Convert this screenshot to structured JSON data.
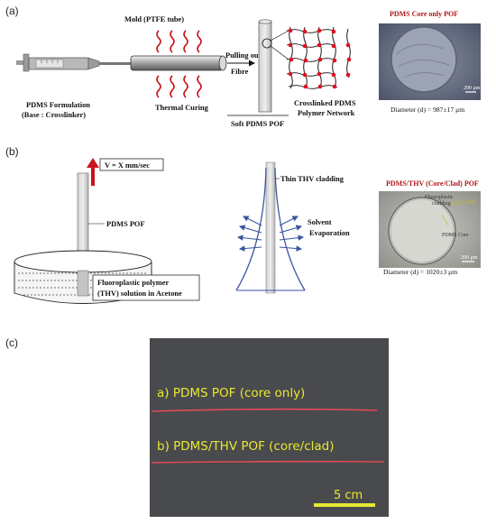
{
  "panel_a": {
    "tag": "(a)",
    "mold_label": "Mold (PTFE tube)",
    "formulation_line1": "PDMS Formulation",
    "formulation_line2": "(Base : Crosslinker)",
    "curing_label": "Thermal Curing",
    "pulling_line1": "Pulling out",
    "pulling_line2": "Fibre",
    "network_line1": "Crosslinked PDMS",
    "network_line2": "Polymer Network",
    "soft_pof_label": "Soft PDMS POF",
    "micro_title": "PDMS Core only POF",
    "scale_bar": "200 μm",
    "diameter": "Diameter (d) = 987±17 μm"
  },
  "panel_b": {
    "tag": "(b)",
    "speed_label": "V = X mm/sec",
    "pof_label": "PDMS POF",
    "solution_line1": "Fluoroplastic polymer",
    "solution_line2": "(THV) solution  in Acetone",
    "cladding_label": "Thin THV cladding",
    "solvent_line1": "Solvent",
    "solvent_line2": "Evaporation",
    "micro_title": "PDMS/THV (Core/Clad) POF",
    "cladding_line1": "Fluoroplastic",
    "cladding_line2": "cladding",
    "thickness": "~10.2 μm",
    "core_label": "PDMS Core",
    "scale_bar": "200 μm",
    "diameter": "Diameter (d) = 1020±3 μm"
  },
  "panel_c": {
    "tag": "(c)",
    "fiber_a_label": "a) PDMS POF (core only)",
    "fiber_b_label": "b) PDMS/THV POF (core/clad)",
    "scale_label": "5 cm"
  },
  "colors": {
    "red": "#c8141c",
    "grid_red": "#e01020",
    "blue": "#3a55a0",
    "yellow": "#e8e830",
    "fiber": "#e04a55",
    "photo_bg": "#4c4e50"
  }
}
